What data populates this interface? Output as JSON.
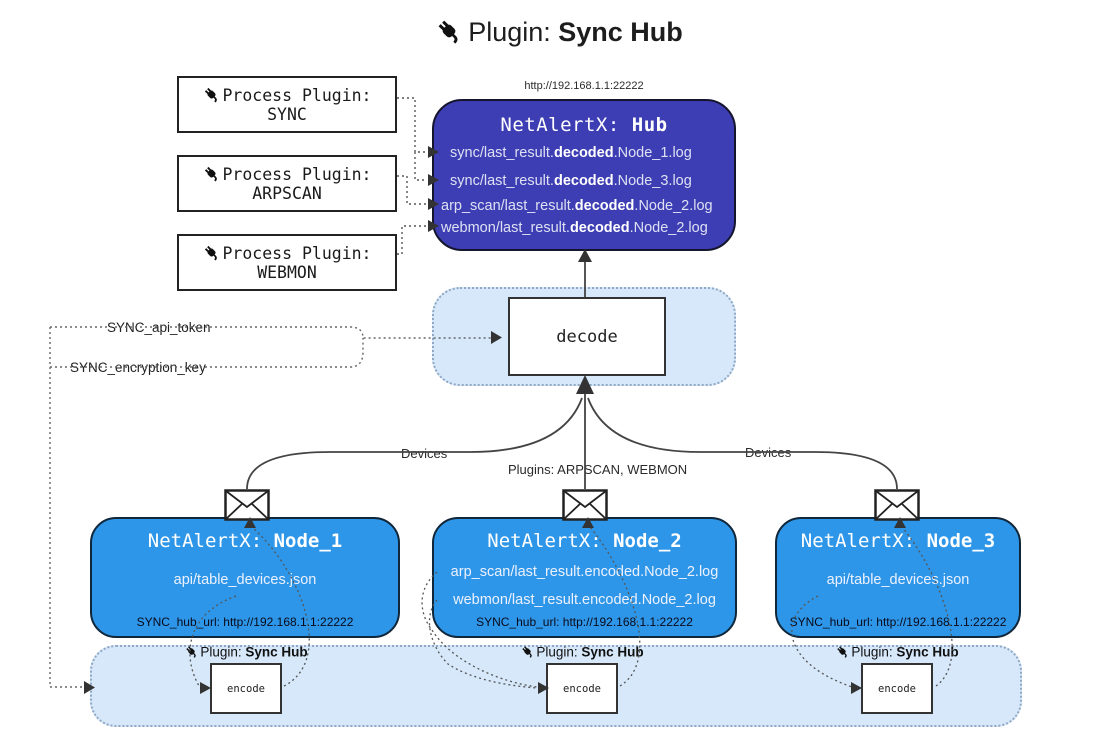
{
  "title": {
    "prefix": "Plugin: ",
    "bold": "Sync Hub"
  },
  "hub": {
    "url_label": "http://192.168.1.1:22222",
    "title_prefix": "NetAlertX: ",
    "title_bold": "Hub",
    "logs": [
      {
        "pre": "sync/last_result.",
        "bold": "decoded",
        "post": ".Node_1.log"
      },
      {
        "pre": "sync/last_result.",
        "bold": "decoded",
        "post": ".Node_3.log"
      },
      {
        "pre": "arp_scan/last_result.",
        "bold": "decoded",
        "post": ".Node_2.log"
      },
      {
        "pre": "webmon/last_result.",
        "bold": "decoded",
        "post": ".Node_2.log"
      }
    ]
  },
  "process_plugins": [
    {
      "line1": "Process Plugin:",
      "name": "SYNC"
    },
    {
      "line1": "Process Plugin:",
      "name": "ARPSCAN"
    },
    {
      "line1": "Process Plugin:",
      "name": "WEBMON"
    }
  ],
  "decode": {
    "label": "decode"
  },
  "tokens": {
    "api_token": "SYNC_api_token",
    "encryption_key": "SYNC_encryption_key"
  },
  "edges": {
    "devices_left": "Devices",
    "plugins_center": "Plugins: ARPSCAN, WEBMON",
    "devices_right": "Devices"
  },
  "nodes": [
    {
      "title_prefix": "NetAlertX: ",
      "title_bold": "Node_1",
      "lines": [
        "api/table_devices.json"
      ],
      "hub_url": "SYNC_hub_url: http://192.168.1.1:22222"
    },
    {
      "title_prefix": "NetAlertX: ",
      "title_bold": "Node_2",
      "lines": [
        "arp_scan/last_result.encoded.Node_2.log",
        "webmon/last_result.encoded.Node_2.log"
      ],
      "hub_url": "SYNC_hub_url: http://192.168.1.1:22222"
    },
    {
      "title_prefix": "NetAlertX: ",
      "title_bold": "Node_3",
      "lines": [
        "api/table_devices.json"
      ],
      "hub_url": "SYNC_hub_url: http://192.168.1.1:22222"
    }
  ],
  "band": {
    "label_prefix": "Plugin: ",
    "label_bold": "Sync Hub",
    "encode_label": "encode"
  },
  "icons": {
    "plug": "plug-icon",
    "envelope": "envelope-icon"
  },
  "colors": {
    "hub_fill": "#3E3EB4",
    "node_fill": "#2E96E8",
    "container_fill": "#D6E8FA",
    "container_border": "#8FA7C4",
    "line": "#444444"
  }
}
